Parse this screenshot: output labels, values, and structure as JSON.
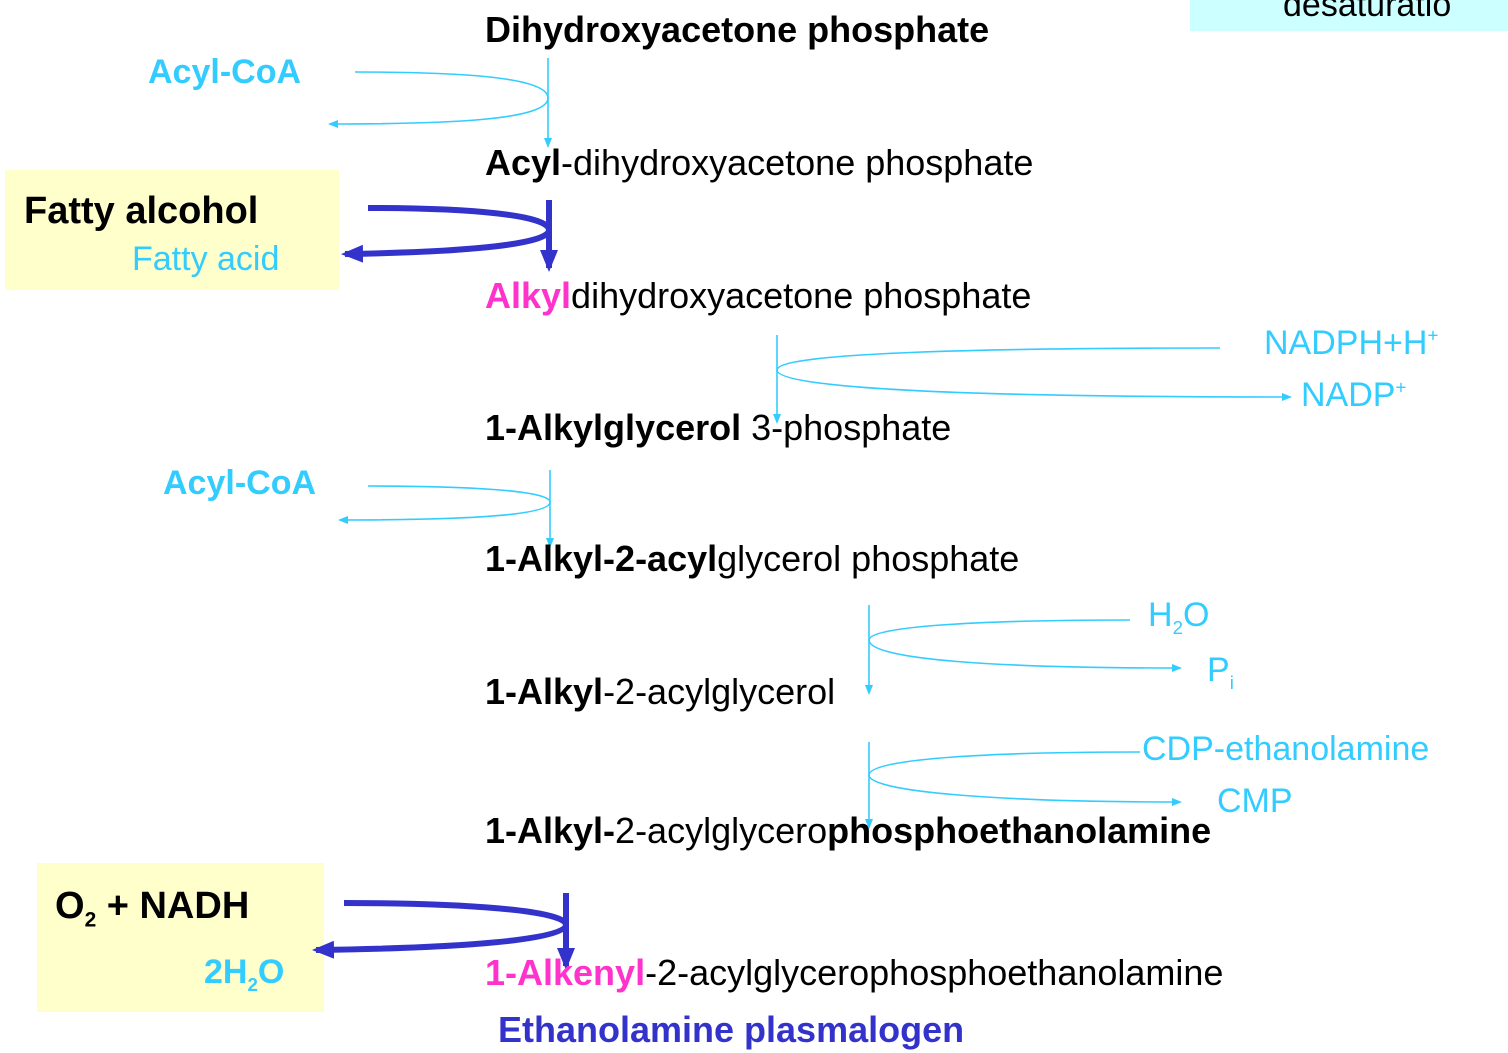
{
  "colors": {
    "cyan": "#33ccff",
    "dark_blue": "#3333cc",
    "pink": "#ff33cc",
    "note_bg": "#ffffcc",
    "corner_bg": "#ccffff",
    "text": "#000000"
  },
  "corner_note": {
    "text": "desaturatio"
  },
  "steps": {
    "dhap": "Dihydroxyacetone phosphate",
    "acyl_dhap": {
      "bold": "Acyl",
      "rest": "-dihydroxyacetone phosphate"
    },
    "alkyl_dhap": {
      "bold": "Alkyl",
      "rest": "dihydroxyacetone phosphate"
    },
    "alkylglycerol3p": {
      "bold": "1-Alkylglycerol",
      "rest": " 3-phosphate"
    },
    "alkyl_acyl_gp": {
      "bold": "1-Alkyl-2-acyl",
      "rest": "glycerol phosphate"
    },
    "alkyl_acylglycerol": {
      "bold": "1-Alkyl",
      "rest": "-2-acylglycerol"
    },
    "alkyl_acylgpe": {
      "bold1": "1-Alkyl-",
      "mid": "2-acylglycero",
      "bold2": "phosphoethanolamine"
    },
    "alkenyl": {
      "bold": "1-Alkenyl",
      "rest": "-2-acylglycerophosphoethanolamine"
    },
    "plasmalogen": "Ethanolamine plasmalogen"
  },
  "cofactors": {
    "acyl_coa_1": "Acyl-CoA",
    "fatty_alcohol": "Fatty alcohol",
    "fatty_acid": "Fatty acid",
    "nadph": {
      "base": "NADPH+H",
      "sup": "+"
    },
    "nadp": {
      "base": "NADP",
      "sup": "+"
    },
    "acyl_coa_2": "Acyl-CoA",
    "h2o": {
      "a": "H",
      "sub": "2",
      "b": "O"
    },
    "pi": {
      "a": "P",
      "sub": "i"
    },
    "cdp_ethanolamine": "CDP-ethanolamine",
    "cmp": "CMP",
    "o2_nadh": {
      "a": "O",
      "sub": "2",
      "b": " + NADH"
    },
    "two_h2o": {
      "a": "2H",
      "sub": "2",
      "b": "O"
    }
  }
}
